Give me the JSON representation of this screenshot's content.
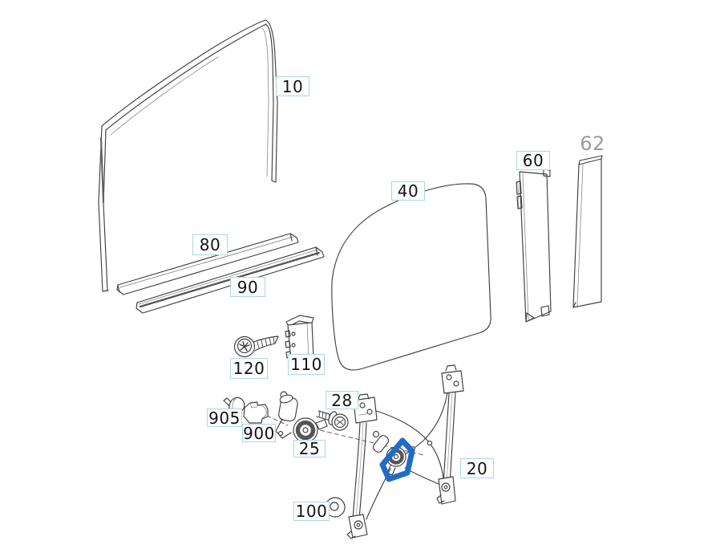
{
  "diagram": {
    "background_color": "#ffffff",
    "line_color": "#3f3f3f",
    "highlight_color": "#1f6cc5",
    "label_box_border_color": "#a8d7e9",
    "label_text_color": "#141414",
    "muted_label_color": "#9a9a9a"
  },
  "labels": {
    "p10": {
      "text": "10"
    },
    "p80": {
      "text": "80"
    },
    "p90": {
      "text": "90"
    },
    "p40": {
      "text": "40"
    },
    "p60": {
      "text": "60"
    },
    "p62": {
      "text": "62"
    },
    "p120": {
      "text": "120"
    },
    "p110": {
      "text": "110"
    },
    "p28": {
      "text": "28"
    },
    "p905": {
      "text": "905"
    },
    "p900": {
      "text": "900"
    },
    "p25": {
      "text": "25"
    },
    "p20": {
      "text": "20"
    },
    "p100": {
      "text": "100"
    }
  }
}
